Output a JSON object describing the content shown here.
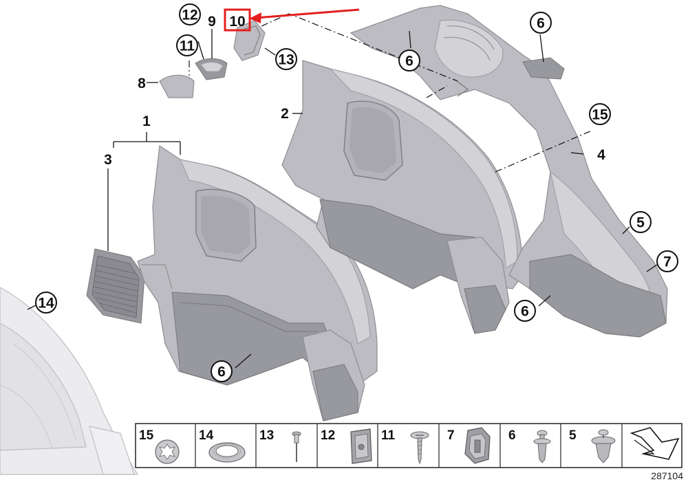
{
  "callouts": [
    {
      "id": "c1",
      "label": "1"
    },
    {
      "id": "c2",
      "label": "2"
    },
    {
      "id": "c3",
      "label": "3"
    },
    {
      "id": "c4",
      "label": "4"
    },
    {
      "id": "c5",
      "label": "5"
    },
    {
      "id": "c6a",
      "label": "6"
    },
    {
      "id": "c6b",
      "label": "6"
    },
    {
      "id": "c6c",
      "label": "6"
    },
    {
      "id": "c6d",
      "label": "6"
    },
    {
      "id": "c7",
      "label": "7"
    },
    {
      "id": "c8",
      "label": "8"
    },
    {
      "id": "c9",
      "label": "9"
    },
    {
      "id": "c10",
      "label": "10"
    },
    {
      "id": "c11",
      "label": "11"
    },
    {
      "id": "c12",
      "label": "12"
    },
    {
      "id": "c13",
      "label": "13"
    },
    {
      "id": "c14",
      "label": "14"
    },
    {
      "id": "c15",
      "label": "15"
    }
  ],
  "legend": {
    "items": [
      {
        "label": "15",
        "part": "speed-nut"
      },
      {
        "label": "14",
        "part": "ring-nut"
      },
      {
        "label": "13",
        "part": "rivet"
      },
      {
        "label": "12",
        "part": "clip-nut"
      },
      {
        "label": "11",
        "part": "screw"
      },
      {
        "label": "7",
        "part": "plastic-clip"
      },
      {
        "label": "6",
        "part": "expansion-rivet"
      },
      {
        "label": "5",
        "part": "push-fastener"
      }
    ]
  },
  "diagram_id": "287104",
  "highlight": {
    "color": "#e41e1e",
    "label": "10"
  }
}
